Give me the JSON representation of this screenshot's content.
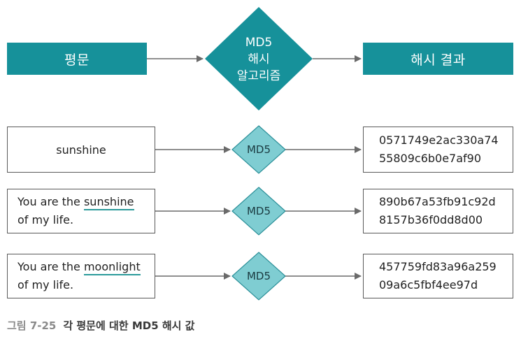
{
  "header": {
    "plaintext_label": "평문",
    "algorithm_lines": [
      "MD5",
      "해시",
      "알고리즘"
    ],
    "result_label": "해시 결과"
  },
  "rows": [
    {
      "input_line1": "sunshine",
      "input_line2": "",
      "algorithm": "MD5",
      "hash_line1": "0571749e2ac330a74",
      "hash_line2": "55809c6b0e7af90"
    },
    {
      "input_line1_pre": "You are the ",
      "input_line1_hl": "sunshine",
      "input_line2": "of my life.",
      "algorithm": "MD5",
      "hash_line1": "890b67a53fb91c92d",
      "hash_line2": "8157b36f0dd8d00"
    },
    {
      "input_line1_pre": "You are the ",
      "input_line1_hl": "moonlight",
      "input_line2": "of my life.",
      "algorithm": "MD5",
      "hash_line1": "457759fd83a96a259",
      "hash_line2": "09a6c5fbf4ee97d"
    }
  ],
  "caption": {
    "figure": "그림 7-25",
    "title": "각 평문에 대한 MD5 해시 값"
  },
  "colors": {
    "teal_dark": "#16919a",
    "teal_light": "#7fcdd2",
    "border": "#5a5a5a",
    "arrow": "#6a6a6a"
  }
}
